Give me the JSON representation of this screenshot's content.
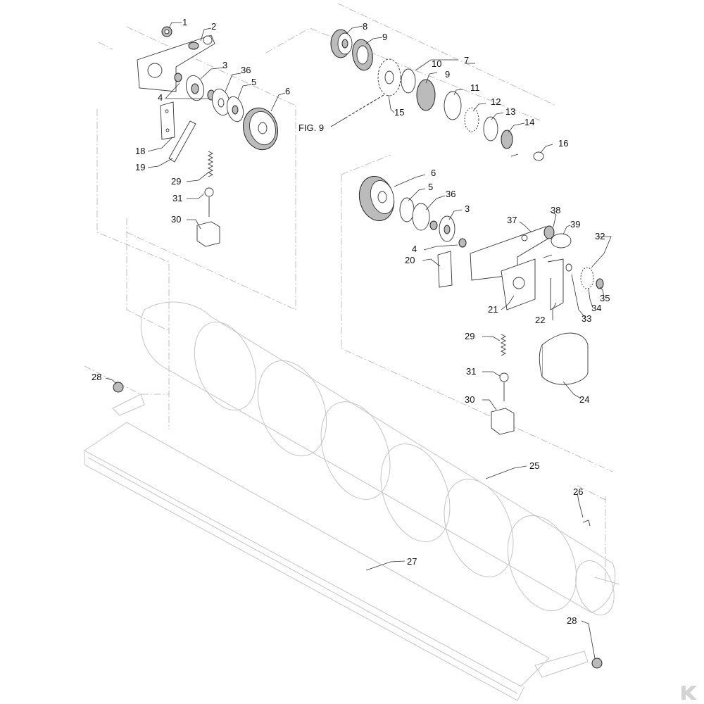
{
  "diagram": {
    "callouts": {
      "c1": "1",
      "c2": "2",
      "c3a": "3",
      "c36a": "36",
      "c4a": "4",
      "c5a": "5",
      "c6a": "6",
      "c18": "18",
      "c19": "19",
      "c29a": "29",
      "c31a": "31",
      "c30a": "30",
      "c8": "8",
      "c9a": "9",
      "c7": "7",
      "c10": "10",
      "c9b": "9",
      "c11": "11",
      "c12": "12",
      "c13": "13",
      "c14": "14",
      "c15": "15",
      "c16": "16",
      "fig": "FIG. 9",
      "c6b": "6",
      "c5b": "5",
      "c36b": "36",
      "c3b": "3",
      "c37": "37",
      "c38": "38",
      "c39": "39",
      "c32": "32",
      "c4b": "4",
      "c20": "20",
      "c21": "21",
      "c22": "22",
      "c33": "33",
      "c34": "34",
      "c35": "35",
      "c29b": "29",
      "c31b": "31",
      "c30b": "30",
      "c24": "24",
      "c28a": "28",
      "c25": "25",
      "c26": "26",
      "c27": "27",
      "c28b": "28"
    },
    "brand_icon": "k-logo-icon"
  }
}
